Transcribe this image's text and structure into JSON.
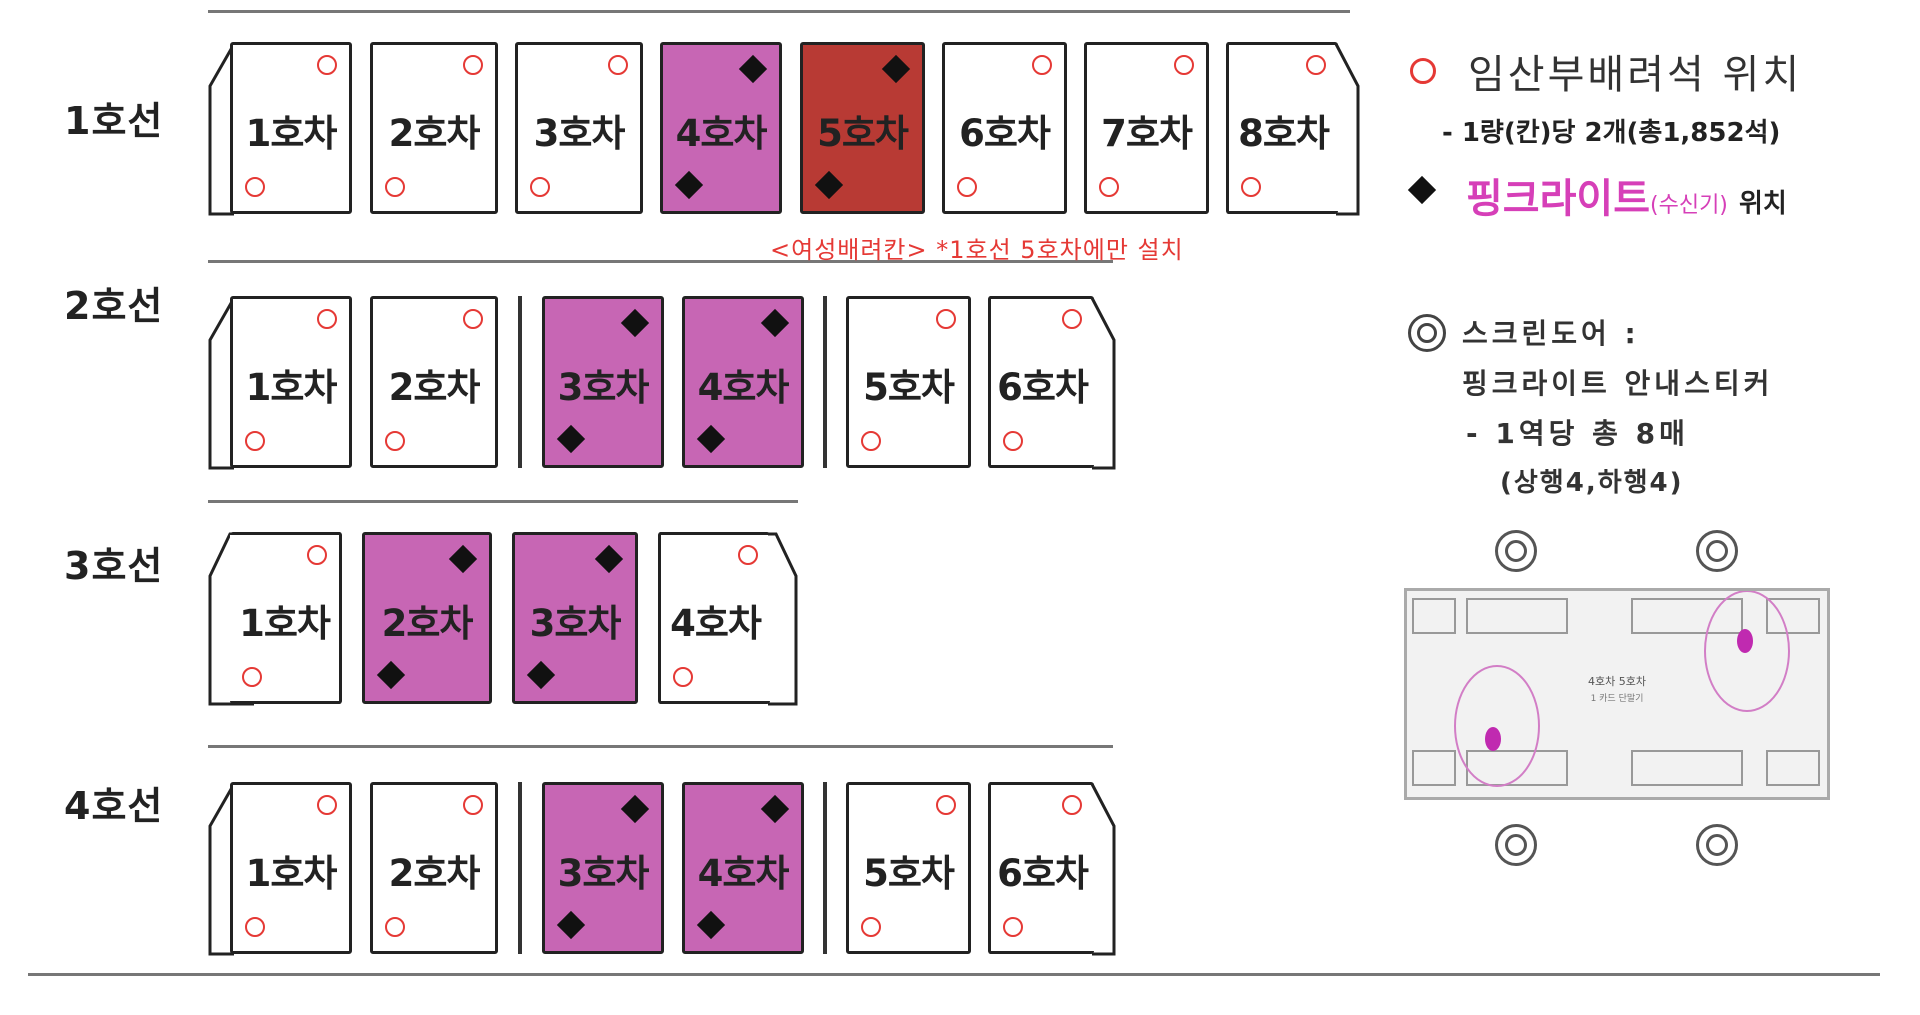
{
  "lines": [
    {
      "label": "1호선",
      "cars": [
        "1호차",
        "2호차",
        "3호차",
        "4호차",
        "5호차",
        "6호차",
        "7호차",
        "8호차"
      ],
      "pink": [
        4
      ],
      "women": [
        5
      ]
    },
    {
      "label": "2호선",
      "cars": [
        "1호차",
        "2호차",
        "3호차",
        "4호차",
        "5호차",
        "6호차"
      ],
      "pink": [
        3,
        4
      ],
      "women": []
    },
    {
      "label": "3호선",
      "cars": [
        "1호차",
        "2호차",
        "3호차",
        "4호차"
      ],
      "pink": [
        2,
        3
      ],
      "women": []
    },
    {
      "label": "4호선",
      "cars": [
        "1호차",
        "2호차",
        "3호차",
        "4호차",
        "5호차",
        "6호차"
      ],
      "pink": [
        3,
        4
      ],
      "women": []
    }
  ],
  "women_car_note": "<여성배려칸> *1호선 5호차에만 설치",
  "legend": {
    "seat_title": "임산부배려석 위치",
    "seat_sub": "- 1량(칸)당 2개(총1,852석)",
    "pinklight_main": "핑크라이트",
    "pinklight_paren": "(수신기)",
    "pinklight_suffix": "위치",
    "screendoor_title": "스크린도어 :",
    "screendoor_l1": "핑크라이트 안내스티커",
    "screendoor_l2": "- 1역당 총 8매",
    "screendoor_l3": "(상행4,하행4)"
  },
  "station_map": {
    "text1": "4호차 5호차",
    "text2": "1 카드 단말기"
  },
  "colors": {
    "pink": "#c766b4",
    "women_car": "#b83a34",
    "seat_circle": "#e53935",
    "legend_pink": "#d63fb8"
  }
}
